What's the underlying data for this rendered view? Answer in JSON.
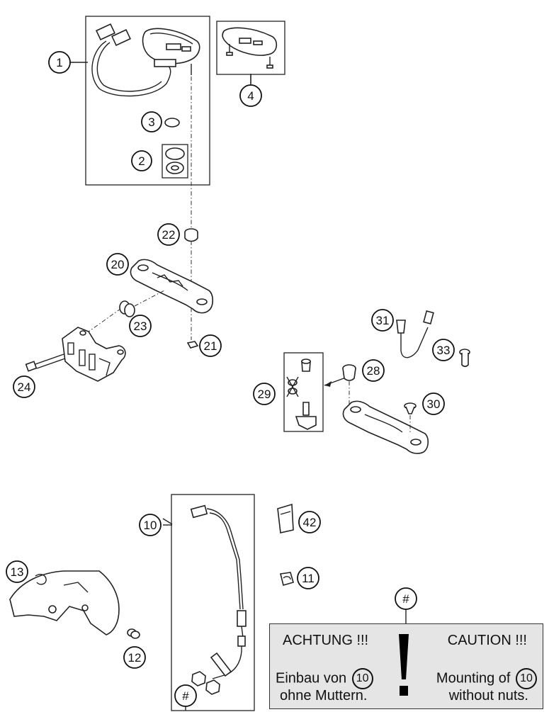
{
  "callouts": {
    "c1": "1",
    "c2": "2",
    "c3": "3",
    "c4": "4",
    "c10": "10",
    "c11": "11",
    "c12": "12",
    "c13": "13",
    "c20": "20",
    "c21": "21",
    "c22": "22",
    "c23": "23",
    "c24": "24",
    "c28": "28",
    "c29": "29",
    "c30": "30",
    "c31": "31",
    "c33": "33",
    "c42": "42",
    "hash_top": "#",
    "hash_bottom": "#"
  },
  "note": {
    "de_title": "ACHTUNG !!!",
    "en_title": "CAUTION !!!",
    "de_line1_prefix": "Einbau von",
    "de_ref": "10",
    "de_line2": "ohne Muttern.",
    "en_line1_prefix": "Mounting of",
    "en_ref": "10",
    "en_line2": "without nuts."
  }
}
